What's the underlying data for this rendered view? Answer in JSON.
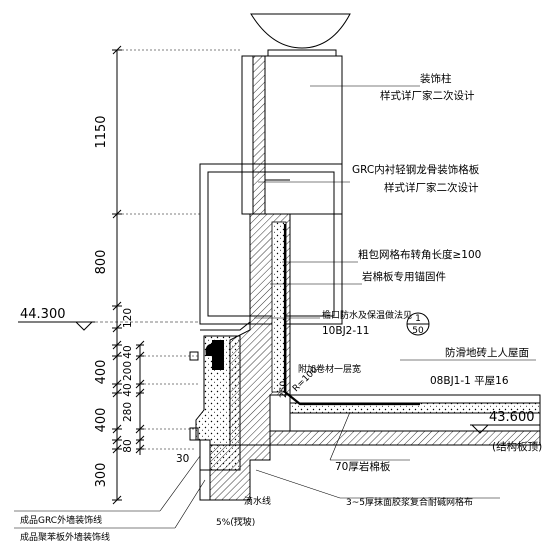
{
  "dimensions": {
    "vertical": [
      "1150",
      "800",
      "120",
      "40",
      "200",
      "400",
      "40",
      "280",
      "400",
      "80",
      "300"
    ],
    "small": [
      "30"
    ]
  },
  "elevations": {
    "top": "44.300",
    "right": "43.600"
  },
  "labels": {
    "decor_column": "装饰柱",
    "decor_column_note": "样式详厂家二次设计",
    "grc_board": "GRC内衬轻钢龙骨装饰格板",
    "grc_board_note": "样式详厂家二次设计",
    "mesh_wrap": "粗包网格布转角长度≥100",
    "rock_wool_anchor": "岩棉板专用锚固件",
    "waterproof_eave": "檐口防水及保温做法见",
    "std_ref": "10BJ2-11",
    "detail_num": "1",
    "detail_page": "50",
    "extra_layer": "附加卷材一层宽",
    "radius": "R=100",
    "width_250": "250",
    "roof_finish": "防滑地砖上人屋面",
    "roof_ref": "08BJ1-1  平屋16",
    "structural": "(结构板顶)",
    "rock_wool_70": "70厚岩棉板",
    "fix_layer": "3~5厚抹面胶浆复合耐碱网格布",
    "drip": "滴水线",
    "slope": "5%(找坡)",
    "grc_line": "成品GRC外墙装饰线",
    "polystyrene_line": "成品聚苯板外墙装饰线"
  }
}
